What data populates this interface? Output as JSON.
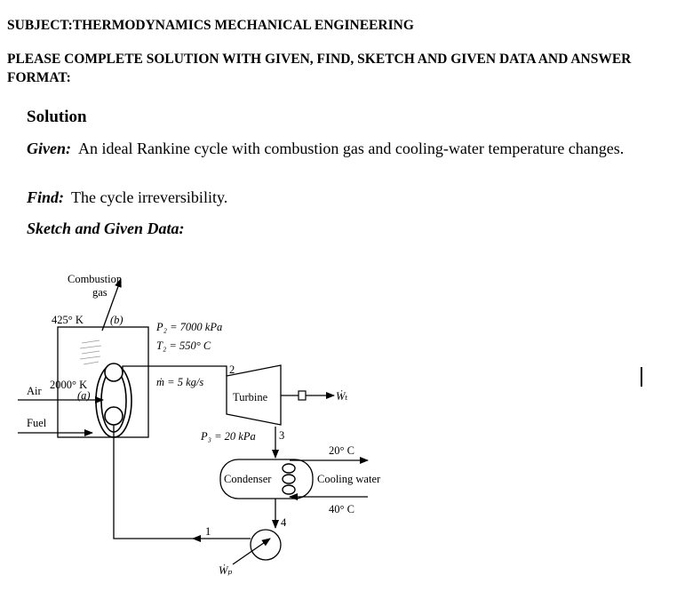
{
  "header": {
    "subject": "SUBJECT:THERMODYNAMICS MECHANICAL ENGINEERING",
    "request": "PLEASE COMPLETE SOLUTION WITH GIVEN, FIND, SKETCH AND GIVEN DATA AND ANSWER FORMAT:"
  },
  "solution": {
    "heading": "Solution",
    "given_label": "Given:",
    "given_text": "An ideal Rankine cycle with combustion gas and cooling-water temperature changes.",
    "find_label": "Find:",
    "find_text": "The cycle irreversibility.",
    "sketch_heading": "Sketch and Given Data:"
  },
  "diagram": {
    "combustion_gas_line1": "Combustion",
    "combustion_gas_line2": "gas",
    "t_425": "425° K",
    "state_b": "(b)",
    "t_2000": "2000° K",
    "state_a": "(a)",
    "air": "Air",
    "fuel": "Fuel",
    "p2": "P₂ = 7000 kPa",
    "t2": "T₂ = 550° C",
    "mdot": "ṁ = 5 kg/s",
    "state_2": "2",
    "turbine": "Turbine",
    "wt": "Ẇₜ",
    "p3": "P₃ = 20 kPa",
    "state_3": "3",
    "cw_20": "20° C",
    "condenser": "Condenser",
    "cooling_water": "Cooling water",
    "cw_40": "40° C",
    "state_1": "1",
    "state_4": "4",
    "wp": "Ẇₚ"
  }
}
